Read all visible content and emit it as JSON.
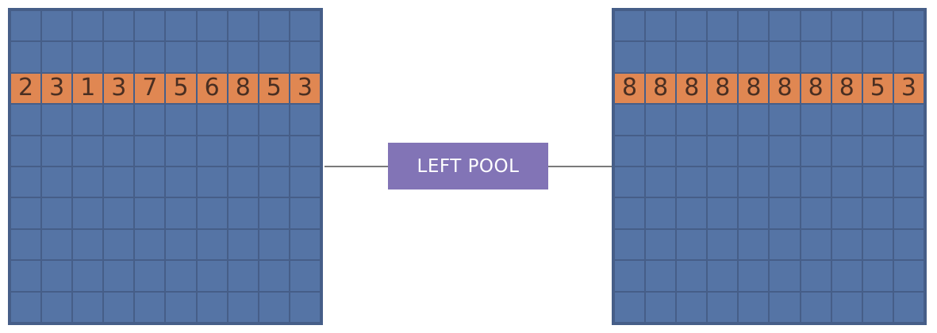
{
  "operation": {
    "label": "LEFT POOL"
  },
  "input": {
    "highlight_row": 2,
    "rows": 10,
    "cols": 10,
    "values": [
      "2",
      "3",
      "1",
      "3",
      "7",
      "5",
      "6",
      "8",
      "5",
      "3"
    ]
  },
  "output": {
    "highlight_row": 2,
    "rows": 10,
    "cols": 10,
    "values": [
      "8",
      "8",
      "8",
      "8",
      "8",
      "8",
      "8",
      "8",
      "5",
      "3"
    ]
  },
  "colors": {
    "cell": "#5574a5",
    "grid_border": "#465e88",
    "highlight_cell": "#e08752",
    "highlight_text": "#4a2f22",
    "operation_box": "#8274b6",
    "connector": "#7a7a7a"
  }
}
